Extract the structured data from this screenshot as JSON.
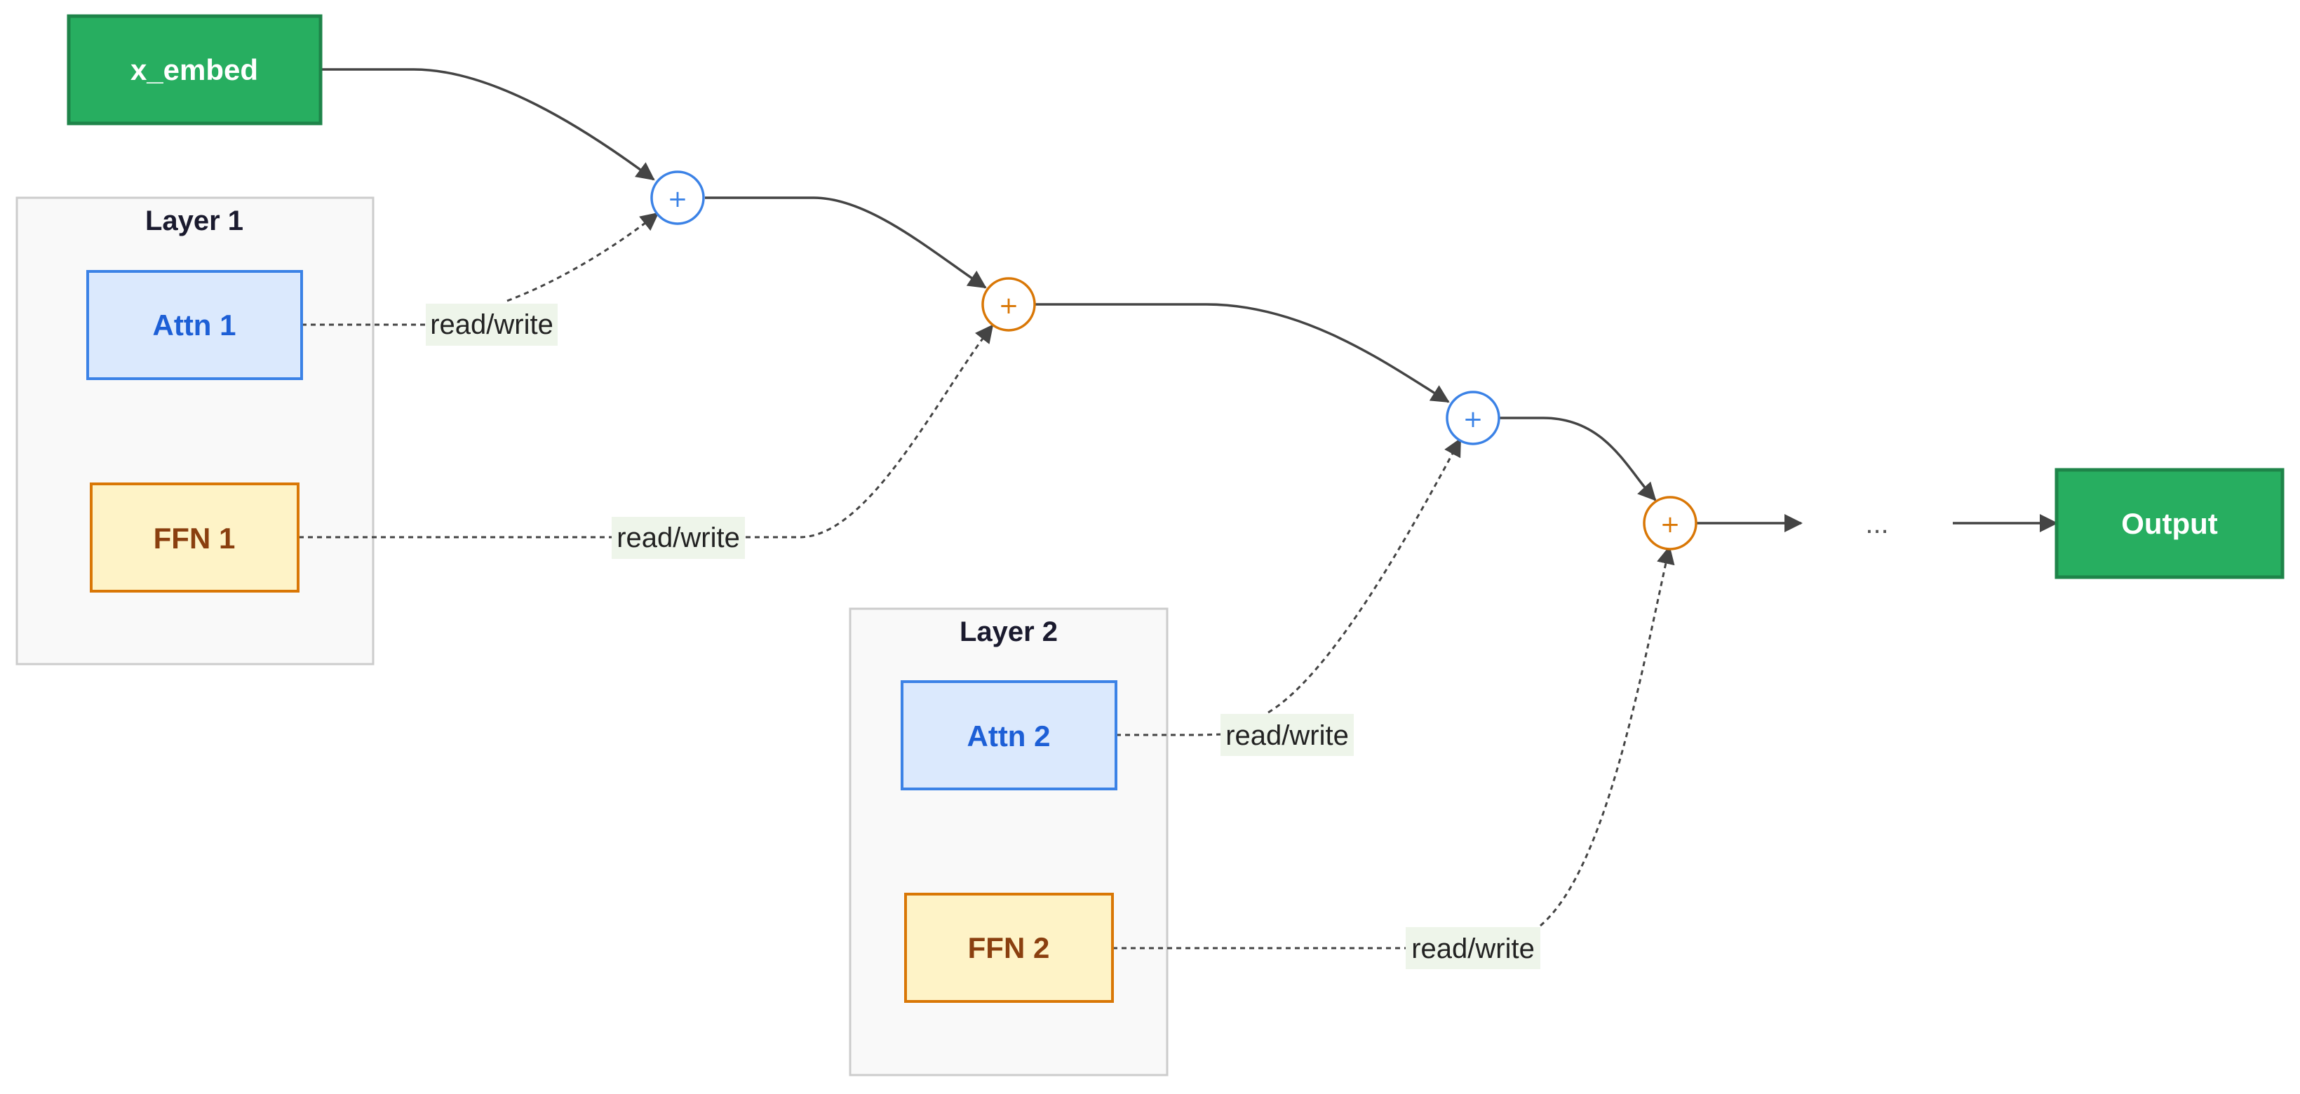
{
  "colors": {
    "input_output_fill": "#27ae60",
    "input_output_stroke": "#1e8449",
    "attn_fill": "#dbe9fd",
    "attn_stroke": "#3b82e6",
    "attn_text": "#1d5fd6",
    "ffn_fill": "#fef3c7",
    "ffn_stroke": "#d97706",
    "ffn_text": "#8a3f0f",
    "group_fill": "#f9f9f9",
    "group_stroke": "#cccccc",
    "edge": "#444444",
    "edge_label_bg": "#eef5ea"
  },
  "nodes": {
    "x_embed": "x_embed",
    "output": "Output",
    "attn1": "Attn 1",
    "ffn1": "FFN 1",
    "attn2": "Attn 2",
    "ffn2": "FFN 2",
    "ellipsis": "..."
  },
  "groups": {
    "layer1": "Layer 1",
    "layer2": "Layer 2"
  },
  "residual_adds": [
    {
      "symbol": "+",
      "kind": "attn"
    },
    {
      "symbol": "+",
      "kind": "ffn"
    },
    {
      "symbol": "+",
      "kind": "attn"
    },
    {
      "symbol": "+",
      "kind": "ffn"
    }
  ],
  "edge_labels": {
    "attn1": "read/write",
    "ffn1": "read/write",
    "attn2": "read/write",
    "ffn2": "read/write"
  }
}
